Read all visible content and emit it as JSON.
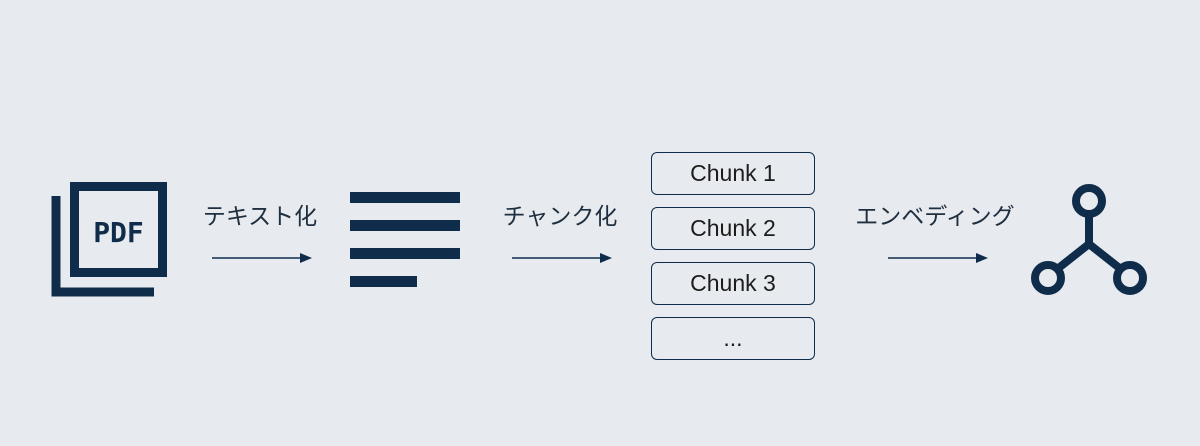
{
  "pdf_icon": {
    "label": "PDF"
  },
  "steps": [
    {
      "label": "テキスト化"
    },
    {
      "label": "チャンク化"
    },
    {
      "label": "エンベディング"
    }
  ],
  "chunks": [
    {
      "label": "Chunk 1"
    },
    {
      "label": "Chunk 2"
    },
    {
      "label": "Chunk 3"
    },
    {
      "label": "..."
    }
  ],
  "icons": {
    "source": "pdf-document-icon",
    "text": "text-lines-icon",
    "embedding": "vector-graph-icon"
  },
  "colors": {
    "background": "#e7eaee",
    "accent": "#0f2d4b"
  }
}
